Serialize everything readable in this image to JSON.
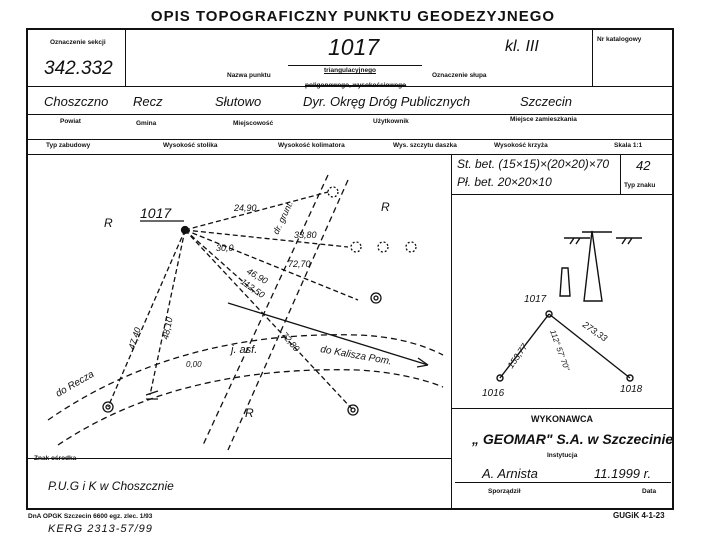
{
  "title": "OPIS TOPOGRAFICZNY PUNKTU GEODEZYJNEGO",
  "header": {
    "oznaczenie_sekcji_label": "Oznaczenie sekcji",
    "oznaczenie_sekcji_value": "342.332",
    "point_number": "1017",
    "klasa": "kl. III",
    "nr_katalogowy_label": "Nr katalogowy",
    "nazwa_punktu_label": "Nazwa punktu",
    "typ_line1": "triangulacyjnego",
    "typ_line2": "poligonowego, wysokościowego",
    "oznaczenie_slupa_label": "Oznaczenie słupa"
  },
  "location": {
    "powiat": "Choszczno",
    "gmina": "Recz",
    "miejscowosc": "Słutowo",
    "uzytkownik": "Dyr. Okręg Dróg Publicznych",
    "miejsce_zamieszkania": "Szczecin",
    "powiat_label": "Powiat",
    "gmina_label": "Gmina",
    "miejscowosc_label": "Miejscowość",
    "uzytkownik_label": "Użytkownik",
    "miejsce_label": "Miejsce zamieszkania"
  },
  "types_row": {
    "typ_zabudowy": "Typ zabudowy",
    "wysokosc_stolika": "Wysokość stolika",
    "wysokosc_kolimatora": "Wysokość kolimatora",
    "wys_szczytu": "Wys. szczytu daszka",
    "wysokosc_krzyza": "Wysokość krzyża",
    "skala_label": "Skala",
    "skala_value": "1:1"
  },
  "marks": {
    "st_bet": "St. bet. (15×15)×(20×20)×70",
    "pl_bet": "Pł. bet. 20×20×10",
    "typ_number": "42",
    "typ_znaku": "Typ znaku"
  },
  "sketch": {
    "point": "1017",
    "R1": "R",
    "R2": "R",
    "R3": "R",
    "d1": "24,90",
    "d2": "33,80",
    "d3": "30,0",
    "d4": "72,70",
    "d5": "46,90",
    "d6": "112,50",
    "d7": "72,80",
    "d8": "47,40",
    "d9": "48,10",
    "road_grunt": "dr. grunt.",
    "road_asf": "j. asf.",
    "do_kalisza": "do Kalisza Pom.",
    "do_recza": "do Recza",
    "small_dist": "0,00"
  },
  "mini": {
    "p1017": "1017",
    "p1016": "1016",
    "p1018": "1018",
    "d153": "153,77",
    "d273": "273,33",
    "angle": "112° 57' 70''"
  },
  "wykonawca": {
    "label": "WYKONAWCA",
    "company": "„ GEOMAR\" S.A. w Szczecinie",
    "instytucja": "Instytucja",
    "person": "A. Arnista",
    "date": "11.1999 r.",
    "sporzadzil": "Sporządził",
    "data_label": "Data"
  },
  "footer": {
    "zrodlo_label": "Znak ośrodka",
    "zrodlo_value": "P.U.G i K w Choszcznie",
    "print_info": "DnA OPGK Szczecin 6600 egz. zlec. 1/93",
    "kerg": "KERG 2313-57/99",
    "gugik": "GUGiK 4-1-23"
  }
}
